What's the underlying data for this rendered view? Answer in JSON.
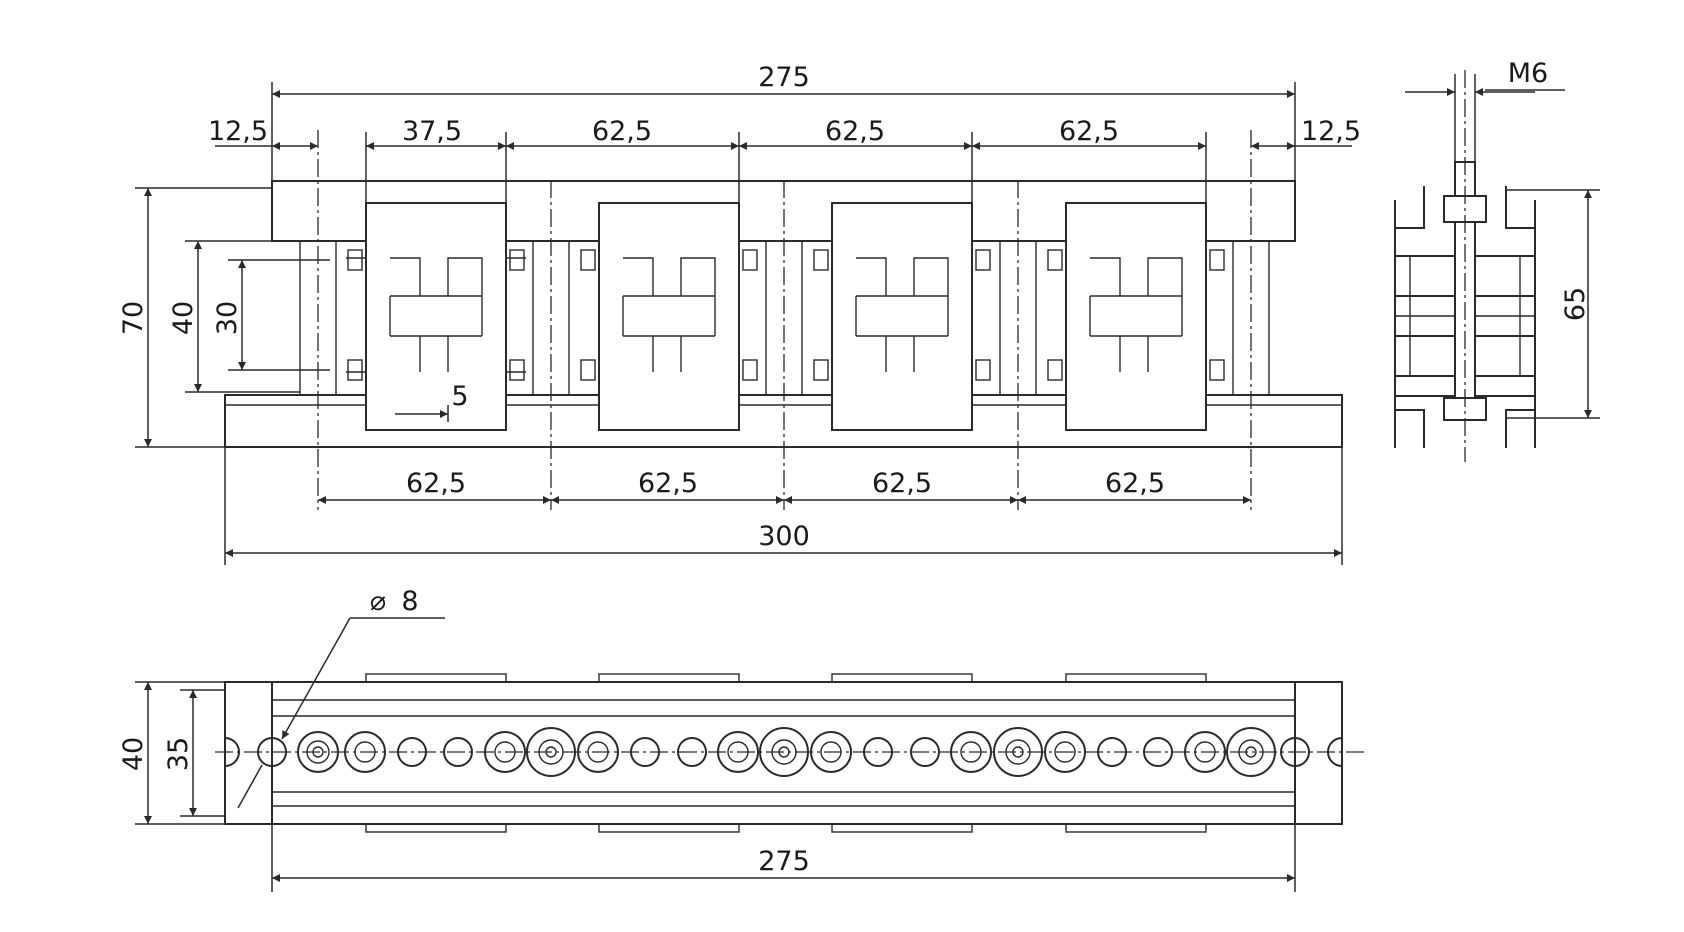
{
  "colors": {
    "line": "#2a2a2a",
    "text": "#1a1a1a",
    "background": "#ffffff"
  },
  "front_view": {
    "top_dims": [
      "275",
      "12,5",
      "37,5",
      "62,5",
      "62,5",
      "62,5",
      "12,5"
    ],
    "bottom_dims": [
      "62,5",
      "62,5",
      "62,5",
      "62,5",
      "300"
    ],
    "left_dims": [
      "70",
      "40",
      "30"
    ],
    "inner_dim": "5"
  },
  "side_view": {
    "thread": "M6",
    "height": "65"
  },
  "plan_view": {
    "hole": "8",
    "width_outer": "40",
    "width_inner": "35",
    "length": "275"
  }
}
